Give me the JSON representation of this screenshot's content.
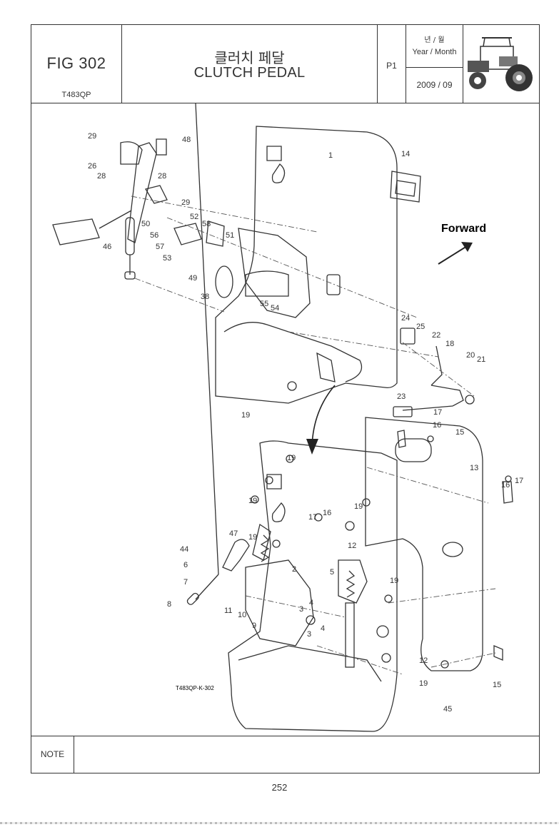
{
  "header": {
    "fig_no": "FIG 302",
    "model": "T483QP",
    "title_ko": "클러치 페달",
    "title_en": "CLUTCH PEDAL",
    "page": "P1",
    "year_month_ko": "년 / 월",
    "year_month_en": "Year / Month",
    "date": "2009  / 09",
    "tractor_icon": "tractor-icon"
  },
  "drawing": {
    "forward_label": "Forward",
    "drawing_code": "T483QP-K-302",
    "callouts_top": [
      "29",
      "48",
      "26",
      "28",
      "28",
      "29",
      "50",
      "52",
      "58",
      "51",
      "56",
      "57",
      "53",
      "46",
      "49",
      "38",
      "55",
      "54",
      "1",
      "14",
      "24",
      "25",
      "22",
      "18",
      "20",
      "21",
      "23",
      "17",
      "16",
      "15",
      "19"
    ],
    "callouts_bottom": [
      "19",
      "19",
      "19",
      "17",
      "16",
      "19",
      "13",
      "16",
      "17",
      "44",
      "47",
      "6",
      "7",
      "2",
      "5",
      "12",
      "19",
      "8",
      "11",
      "10",
      "9",
      "3",
      "4",
      "3",
      "4",
      "12",
      "19",
      "15",
      "45"
    ]
  },
  "note": {
    "label": "NOTE",
    "text": ""
  },
  "footer": {
    "page_number": "252"
  }
}
